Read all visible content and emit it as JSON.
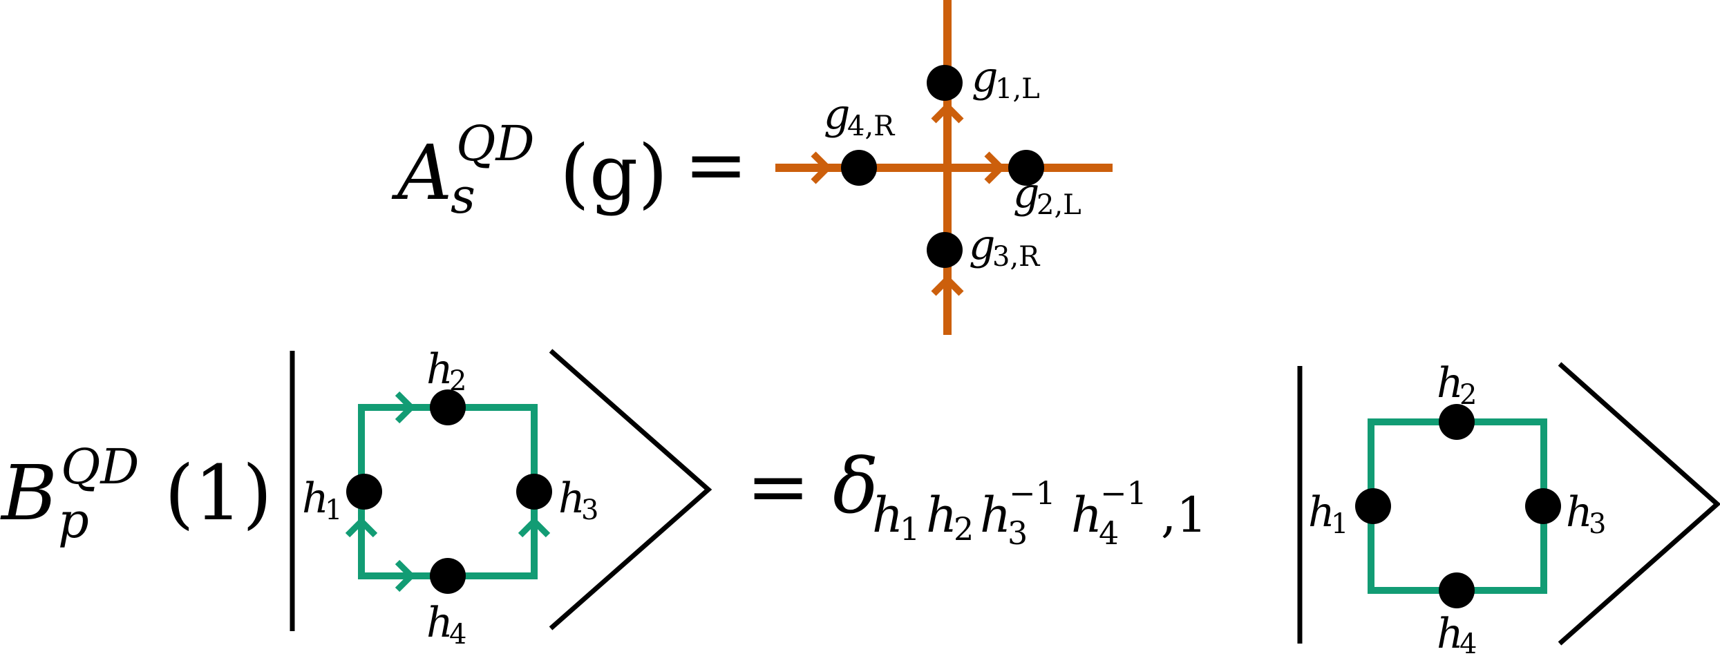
{
  "colors": {
    "vertex_operator": "#cc5f0c",
    "plaquette_operator": "#129c74",
    "ink": "#000000",
    "background": "#ffffff"
  },
  "vertex_equation": {
    "operator": "A",
    "superscript": "QD",
    "subscript": "s",
    "argument": "(g)",
    "equals": "=",
    "labels": {
      "top": {
        "base": "g",
        "sub": "1,L"
      },
      "right": {
        "base": "g",
        "sub": "2,L"
      },
      "bottom": {
        "base": "g",
        "sub": "3,R"
      },
      "left": {
        "base": "g",
        "sub": "4,R"
      }
    }
  },
  "plaquette_equation": {
    "operator": "B",
    "superscript": "QD",
    "subscript": "p",
    "argument": "(1)",
    "equals": "=",
    "delta": "δ",
    "delta_subscript": {
      "h1": "h",
      "h1_idx": "1",
      "h2": "h",
      "h2_idx": "2",
      "h3": "h",
      "h3_idx": "3",
      "h3_exp": "−1",
      "h4": "h",
      "h4_idx": "4",
      "h4_exp": "−1",
      "tail": ",1"
    },
    "left_labels": {
      "top": {
        "base": "h",
        "sub": "2"
      },
      "left": {
        "base": "h",
        "sub": "1"
      },
      "right": {
        "base": "h",
        "sub": "3"
      },
      "bottom": {
        "base": "h",
        "sub": "4"
      }
    },
    "right_labels": {
      "top": {
        "base": "h",
        "sub": "2"
      },
      "left": {
        "base": "h",
        "sub": "1"
      },
      "right": {
        "base": "h",
        "sub": "3"
      },
      "bottom": {
        "base": "h",
        "sub": "4"
      }
    }
  }
}
